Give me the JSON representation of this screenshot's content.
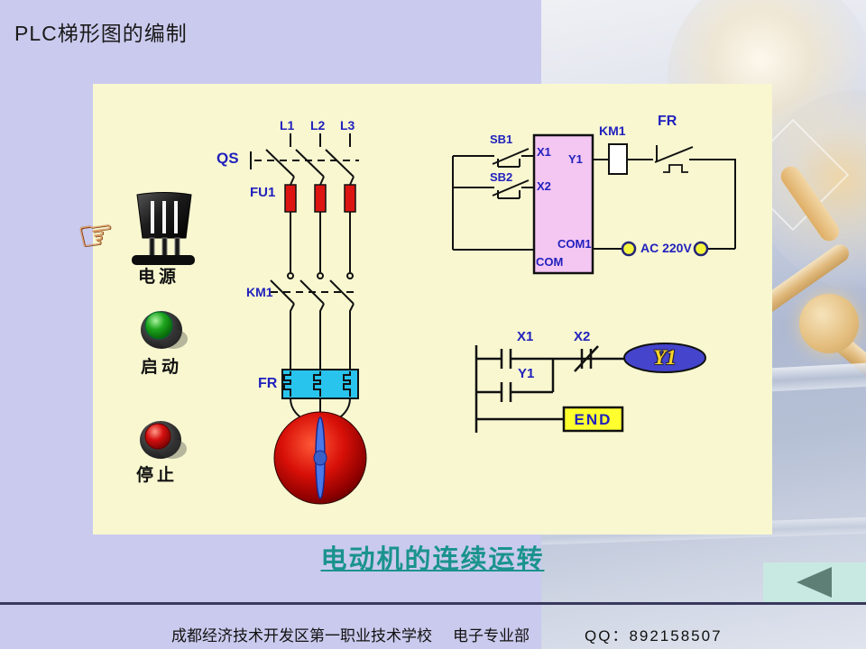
{
  "title": "PLC梯形图的编制",
  "panel": {
    "left_icons": {
      "power_label": "电源",
      "start_label": "启动",
      "stop_label": "停止",
      "hand_icon": "pointing-hand"
    },
    "power_circuit": {
      "qs": "QS",
      "l1": "L1",
      "l2": "L2",
      "l3": "L3",
      "fu1": "FU1",
      "km1": "KM1",
      "fr": "FR"
    },
    "plc_circuit": {
      "sb1": "SB1",
      "sb2": "SB2",
      "x1": "X1",
      "x2": "X2",
      "com": "COM",
      "com1": "COM1",
      "y1": "Y1",
      "km1_coil": "KM1",
      "fr_contact": "FR",
      "ac220": "AC 220V"
    },
    "ladder": {
      "x1": "X1",
      "x2": "X2",
      "y1_contact": "Y1",
      "y1_coil": "Y1",
      "end": "END"
    }
  },
  "caption": "电动机的连续运转",
  "footer": {
    "school": "成都经济技术开发区第一职业技术学校",
    "dept": "电子专业部",
    "qq": "QQ：892158507"
  },
  "colors": {
    "background": "#cacaee",
    "panel": "#f8f7d0",
    "plc_box": "#f4c6f2",
    "fr_box": "#28c4ee",
    "fuse_red": "#dd1512",
    "label_blue": "#2121bd",
    "caption_teal": "#1a938d",
    "coil_ellipse": "#4444cc",
    "end_box": "#ffff30",
    "back_band": "#c8e9e1",
    "back_arrow": "#5e7f76"
  }
}
